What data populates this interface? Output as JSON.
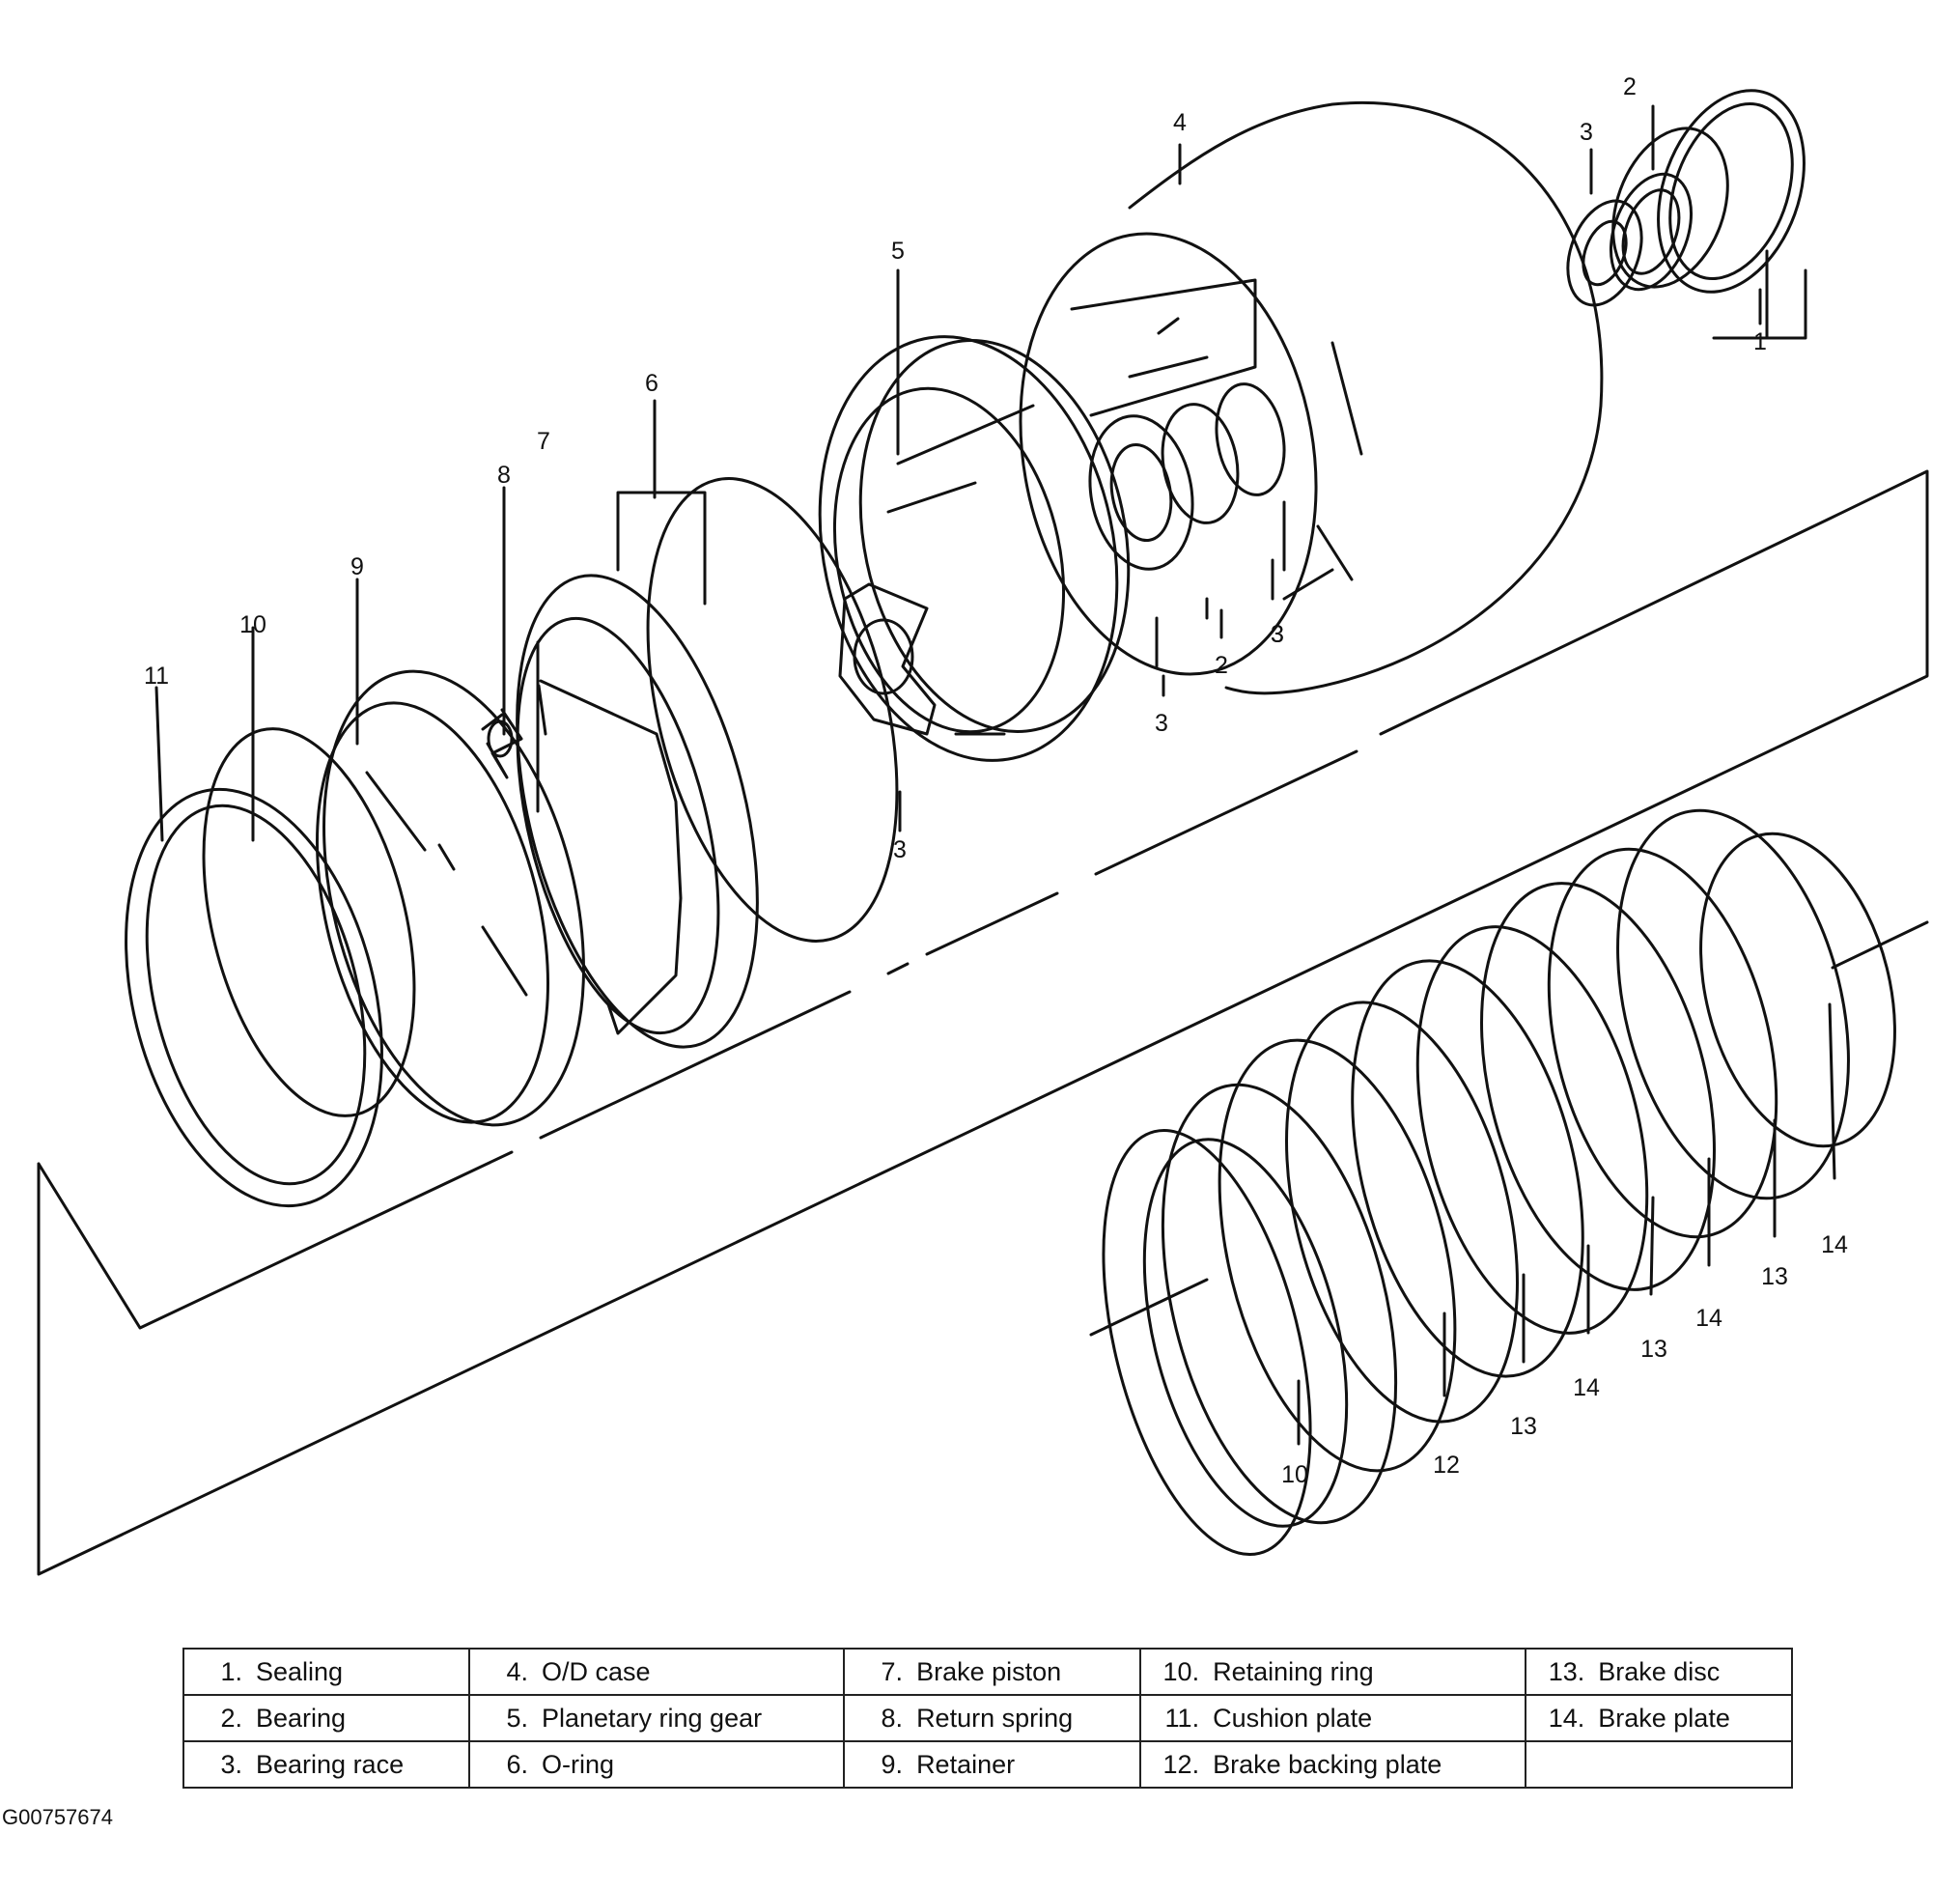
{
  "callouts": [
    "1",
    "2",
    "3",
    "3",
    "4",
    "5",
    "6",
    "7",
    "8",
    "9",
    "10",
    "11",
    "3",
    "3",
    "2",
    "3",
    "14",
    "13",
    "14",
    "13",
    "14",
    "13",
    "12",
    "10"
  ],
  "legend": [
    [
      {
        "num": "1.",
        "text": "Sealing"
      },
      {
        "num": "4.",
        "text": "O/D case"
      },
      {
        "num": "7.",
        "text": "Brake piston"
      },
      {
        "num": "10.",
        "text": "Retaining ring"
      },
      {
        "num": "13.",
        "text": "Brake disc"
      }
    ],
    [
      {
        "num": "2.",
        "text": "Bearing"
      },
      {
        "num": "5.",
        "text": "Planetary ring gear"
      },
      {
        "num": "8.",
        "text": "Return spring"
      },
      {
        "num": "11.",
        "text": "Cushion plate"
      },
      {
        "num": "14.",
        "text": "Brake plate"
      }
    ],
    [
      {
        "num": "3.",
        "text": "Bearing race"
      },
      {
        "num": "6.",
        "text": "O-ring"
      },
      {
        "num": "9.",
        "text": "Retainer"
      },
      {
        "num": "12.",
        "text": "Brake backing plate"
      },
      {
        "num": "",
        "text": ""
      }
    ]
  ],
  "figure_id": "G00757674"
}
